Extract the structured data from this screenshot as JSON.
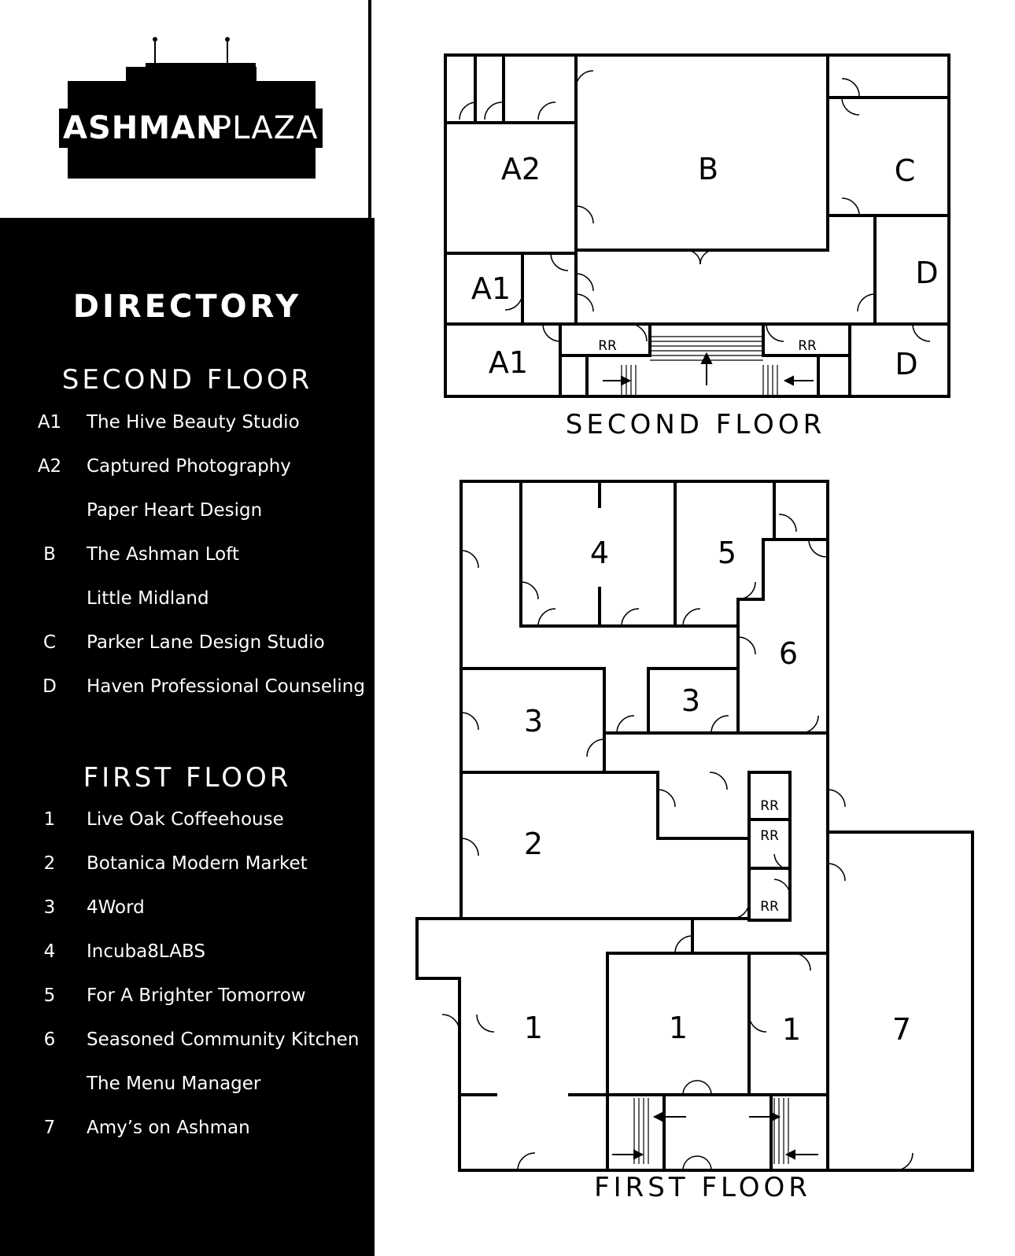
{
  "logo": {
    "word_1": "ASHMAN",
    "word_2": "PLAZA"
  },
  "directory": {
    "title": "DIRECTORY",
    "second_floor": {
      "heading": "SECOND FLOOR",
      "entries": [
        {
          "code": "A1",
          "name": "The Hive Beauty Studio"
        },
        {
          "code": "A2",
          "name": "Captured Photography"
        },
        {
          "code": "",
          "name": "Paper Heart Design"
        },
        {
          "code": "B",
          "name": "The Ashman Loft"
        },
        {
          "code": "",
          "name": "Little Midland"
        },
        {
          "code": "C",
          "name": "Parker Lane Design Studio"
        },
        {
          "code": "D",
          "name": "Haven Professional Counseling"
        }
      ]
    },
    "first_floor": {
      "heading": "FIRST FLOOR",
      "entries": [
        {
          "code": "1",
          "name": "Live Oak Coffeehouse"
        },
        {
          "code": "2",
          "name": "Botanica Modern Market"
        },
        {
          "code": "3",
          "name": "4Word"
        },
        {
          "code": "4",
          "name": "Incuba8LABS"
        },
        {
          "code": "5",
          "name": "For A Brighter Tomorrow"
        },
        {
          "code": "6",
          "name": "Seasoned Community Kitchen"
        },
        {
          "code": "",
          "name": "The Menu Manager"
        },
        {
          "code": "7",
          "name": "Amy’s on Ashman"
        }
      ]
    }
  },
  "second_floor_map": {
    "caption": "SECOND FLOOR",
    "labels": {
      "a2": "A2",
      "b": "B",
      "c": "C",
      "d_upper": "D",
      "a1_upper": "A1",
      "a1_lower": "A1",
      "d_lower": "D",
      "rr_left": "RR",
      "rr_right": "RR"
    }
  },
  "first_floor_map": {
    "caption": "FIRST FLOOR",
    "labels": {
      "unit_4": "4",
      "unit_5": "5",
      "unit_6": "6",
      "unit_3_left": "3",
      "unit_3_right": "3",
      "unit_2": "2",
      "rr_1": "RR",
      "rr_2": "RR",
      "rr_3": "RR",
      "unit_1_left": "1",
      "unit_1_mid": "1",
      "unit_1_right": "1",
      "unit_7": "7"
    }
  }
}
